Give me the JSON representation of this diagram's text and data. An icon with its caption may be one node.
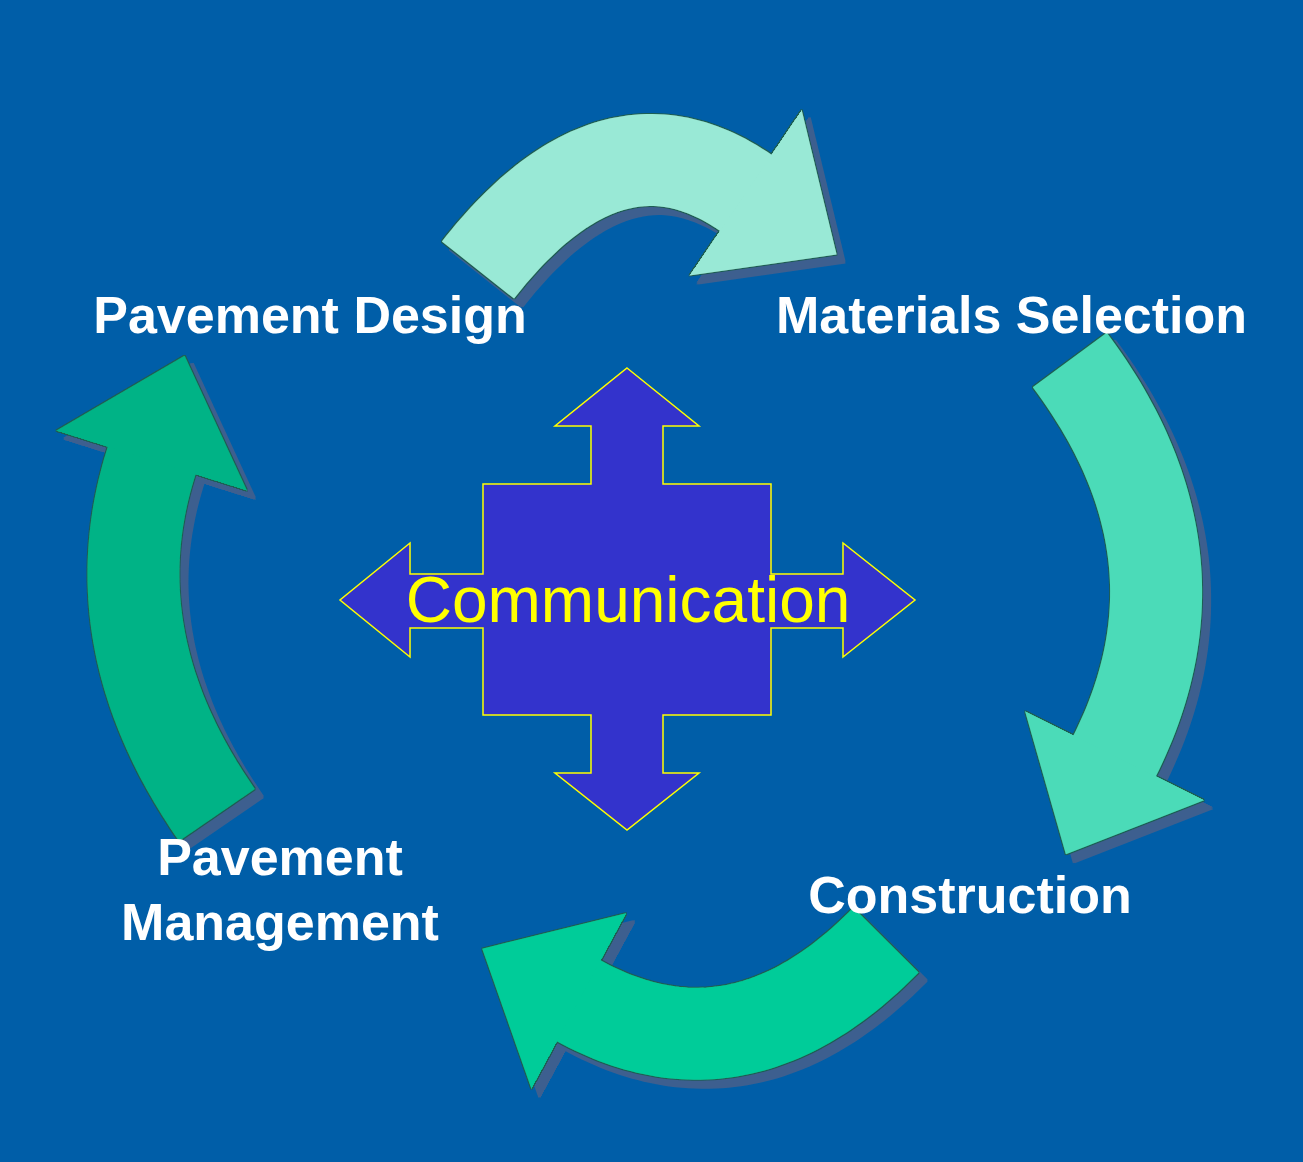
{
  "diagram": {
    "nodes": [
      {
        "text": [
          "Pavement Design"
        ]
      },
      {
        "text": [
          "Materials Selection"
        ]
      },
      {
        "text": [
          "Construction"
        ]
      },
      {
        "text": [
          "Pavement Management"
        ]
      },
      {
        "text": [
          "Communication"
        ]
      }
    ],
    "edges": [
      {
        "from": 0,
        "to": 1,
        "arrow": "to",
        "color": "#99e9d6"
      },
      {
        "from": 1,
        "to": 2,
        "arrow": "to",
        "color": "#4cdbb8"
      },
      {
        "from": 2,
        "to": 3,
        "arrow": "to",
        "color": "#00cc99"
      },
      {
        "from": 3,
        "to": 0,
        "arrow": "to",
        "color": "#00b386"
      }
    ]
  }
}
